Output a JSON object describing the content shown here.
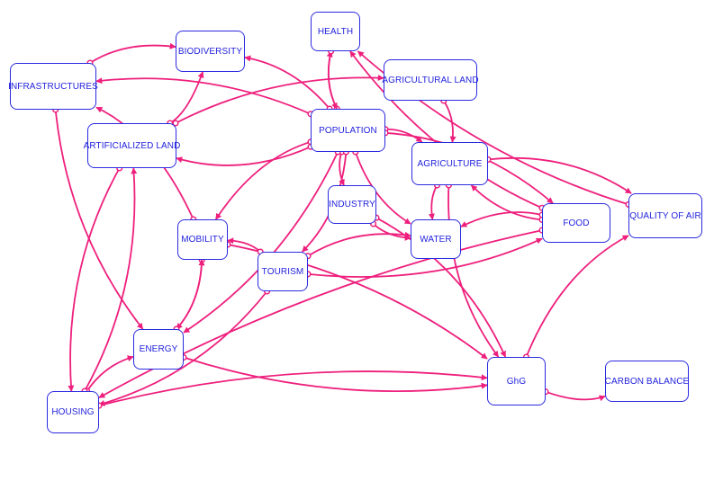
{
  "diagram": {
    "nodes": {
      "health": "HEALTH",
      "biodiversity": "BIODIVERSITY",
      "infrastructures": "INFRASTRUCTURES",
      "agricultural_land": "AGRICULTURAL LAND",
      "artificialized_land": "ARTIFICIALIZED LAND",
      "population": "POPULATION",
      "agriculture": "AGRICULTURE",
      "industry": "INDUSTRY",
      "food": "FOOD",
      "quality_of_air": "QUALITY OF AIR",
      "mobility": "MOBILITY",
      "water": "WATER",
      "tourism": "TOURISM",
      "energy": "ENERGY",
      "ghg": "GhG",
      "carbon_balance": "CARBON BALANCE",
      "housing": "HOUSING"
    },
    "edges": [
      [
        "population",
        "infrastructures"
      ],
      [
        "population",
        "artificialized_land"
      ],
      [
        "population",
        "biodiversity"
      ],
      [
        "population",
        "health"
      ],
      [
        "health",
        "population"
      ],
      [
        "population",
        "agriculture"
      ],
      [
        "population",
        "industry"
      ],
      [
        "population",
        "food"
      ],
      [
        "population",
        "mobility"
      ],
      [
        "population",
        "tourism"
      ],
      [
        "population",
        "water"
      ],
      [
        "population",
        "energy"
      ],
      [
        "artificialized_land",
        "biodiversity"
      ],
      [
        "artificialized_land",
        "agricultural_land"
      ],
      [
        "artificialized_land",
        "housing"
      ],
      [
        "infrastructures",
        "biodiversity"
      ],
      [
        "infrastructures",
        "energy"
      ],
      [
        "agricultural_land",
        "agriculture"
      ],
      [
        "agriculture",
        "water"
      ],
      [
        "agriculture",
        "quality_of_air"
      ],
      [
        "agriculture",
        "ghg"
      ],
      [
        "food",
        "agriculture"
      ],
      [
        "food",
        "water"
      ],
      [
        "food",
        "health"
      ],
      [
        "food",
        "housing"
      ],
      [
        "quality_of_air",
        "health"
      ],
      [
        "industry",
        "water"
      ],
      [
        "industry",
        "ghg"
      ],
      [
        "mobility",
        "infrastructures"
      ],
      [
        "mobility",
        "energy"
      ],
      [
        "energy",
        "mobility"
      ],
      [
        "mobility",
        "ghg"
      ],
      [
        "tourism",
        "mobility"
      ],
      [
        "tourism",
        "water"
      ],
      [
        "tourism",
        "food"
      ],
      [
        "tourism",
        "housing"
      ],
      [
        "energy",
        "ghg"
      ],
      [
        "housing",
        "energy"
      ],
      [
        "housing",
        "artificialized_land"
      ],
      [
        "housing",
        "ghg"
      ],
      [
        "ghg",
        "carbon_balance"
      ],
      [
        "ghg",
        "quality_of_air"
      ]
    ],
    "colors": {
      "edge": "#ee1f7d",
      "node_border": "#2a2ae0",
      "node_text": "#1f1fdc"
    }
  }
}
